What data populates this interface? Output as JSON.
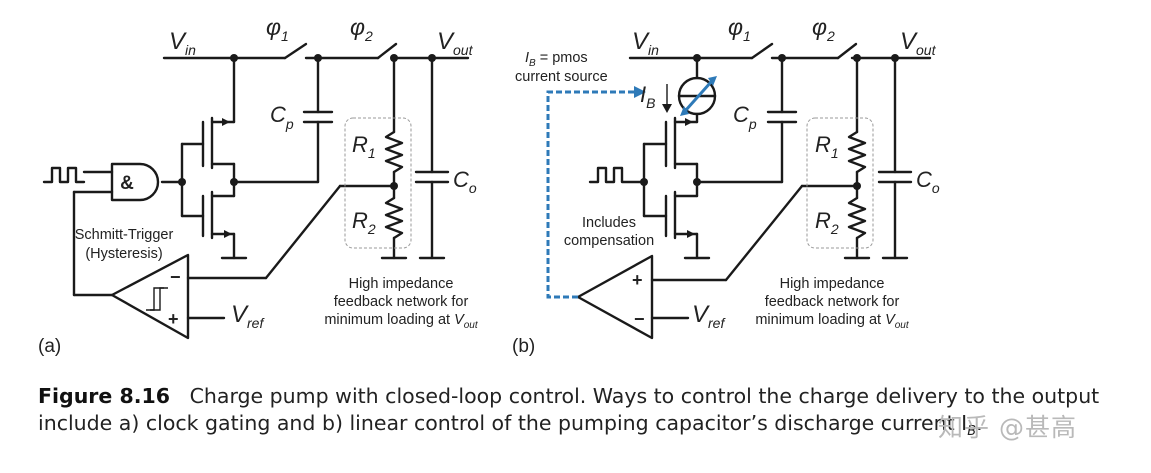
{
  "a": {
    "panel_label": "(a)",
    "vin_main": "V",
    "vin_sub": "in",
    "phi1_main": "φ",
    "phi1_sub": "1",
    "phi2_main": "φ",
    "phi2_sub": "2",
    "vout_main": "V",
    "vout_sub": "out",
    "cp_main": "C",
    "cp_sub": "p",
    "r1_main": "R",
    "r1_sub": "1",
    "r2_main": "R",
    "r2_sub": "2",
    "co_main": "C",
    "co_sub": "o",
    "and_label": "&",
    "schmitt_line1": "Schmitt-Trigger",
    "schmitt_line2": "(Hysteresis)",
    "minus": "−",
    "plus": "+",
    "vref_main": "V",
    "vref_sub": "ref",
    "note_line1": "High impedance",
    "note_line2": "feedback network for",
    "note_line3": "minimum loading at ",
    "note_v": "V",
    "note_sub": "out"
  },
  "b": {
    "panel_label": "(b)",
    "vin_main": "V",
    "vin_sub": "in",
    "phi1_main": "φ",
    "phi1_sub": "1",
    "phi2_main": "φ",
    "phi2_sub": "2",
    "vout_main": "V",
    "vout_sub": "out",
    "ib_note_i": "I",
    "ib_note_sub": "B",
    "ib_note_rest": " = pmos",
    "ib_note_line2": "current source",
    "ib_main": "I",
    "ib_sub": "B",
    "cp_main": "C",
    "cp_sub": "p",
    "r1_main": "R",
    "r1_sub": "1",
    "r2_main": "R",
    "r2_sub": "2",
    "co_main": "C",
    "co_sub": "o",
    "comp_line1": "Includes",
    "comp_line2": "compensation",
    "plus": "+",
    "minus": "−",
    "vref_main": "V",
    "vref_sub": "ref",
    "note_line1": "High impedance",
    "note_line2": "feedback network for",
    "note_line3": "minimum loading at ",
    "note_v": "V",
    "note_sub": "out"
  },
  "caption": {
    "figure_label": "Figure 8.16",
    "text": "Charge pump with closed-loop control. Ways to control the charge delivery to the output include a) clock gating and b) linear control of the pumping capacitor’s discharge current I",
    "text_sub": "B",
    "text_end": "."
  },
  "watermark": "知乎 @甚高",
  "colors": {
    "wire": "#1a1a1a",
    "accent_blue": "#2e7ab8",
    "dashed_box": "#999999",
    "watermark": "#b9b9b9"
  }
}
